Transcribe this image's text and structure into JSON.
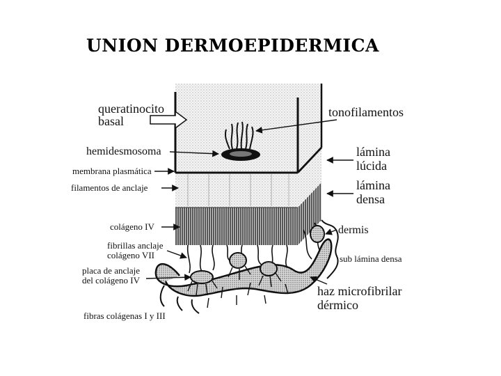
{
  "title": "UNION DERMOEPIDERMICA",
  "labels": {
    "queratinocito_line1": "queratinocito",
    "queratinocito_line2": "basal",
    "hemidesmosoma": "hemidesmosoma",
    "membrana_plasmatica": "membrana plasmática",
    "filamentos_anclaje": "filamentos de anclaje",
    "colageno_iv": "colágeno IV",
    "fibrillas_line1": "fibrillas anclaje",
    "fibrillas_line2": "colágeno VII",
    "placa_line1": "placa de anclaje",
    "placa_line2": "del colágeno IV",
    "fibras_colagenas": "fibras colágenas I y III",
    "tonofilamentos": "tonofilamentos",
    "lamina_lucida_line1": "lámina",
    "lamina_lucida_line2": "lúcida",
    "lamina_densa_line1": "lámina",
    "lamina_densa_line2": "densa",
    "dermis": "dermis",
    "sub_lamina_densa": "sub lámina densa",
    "haz_line1": "haz microfibrilar",
    "haz_line2": "dérmico"
  }
}
